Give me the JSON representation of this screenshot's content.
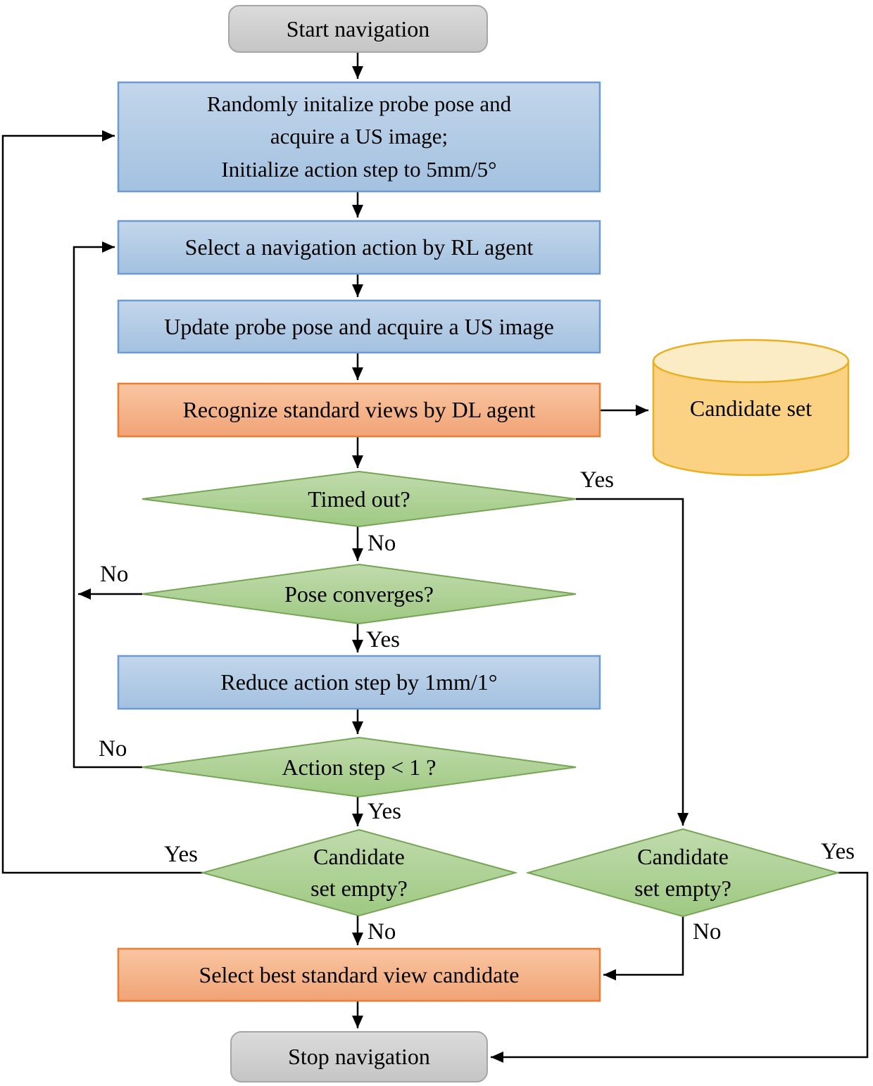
{
  "figure": {
    "type": "flowchart",
    "nodes": {
      "start": {
        "shape": "rounded-terminal",
        "label": "Start navigation"
      },
      "initialize": {
        "shape": "process",
        "lines": [
          "Randomly initalize probe pose and",
          "acquire a US image;",
          "Initialize action step to 5mm/5°"
        ]
      },
      "select_action": {
        "shape": "process",
        "label": "Select a navigation action by RL agent"
      },
      "update_pose": {
        "shape": "process",
        "label": "Update probe pose and acquire a US image"
      },
      "recognize": {
        "shape": "process",
        "label": "Recognize standard views by DL agent"
      },
      "candidate_set": {
        "shape": "database-cylinder",
        "label": "Candidate set"
      },
      "timed_out": {
        "shape": "decision",
        "label": "Timed out?"
      },
      "pose_converges": {
        "shape": "decision",
        "label": "Pose converges?"
      },
      "reduce_step": {
        "shape": "process",
        "label": "Reduce action step by 1mm/1°"
      },
      "action_step": {
        "shape": "decision",
        "label": "Action step < 1 ?"
      },
      "candidate_empty_left": {
        "shape": "decision",
        "lines": [
          "Candidate",
          "set empty?"
        ]
      },
      "candidate_empty_right": {
        "shape": "decision",
        "lines": [
          "Candidate",
          "set empty?"
        ]
      },
      "select_best": {
        "shape": "process",
        "label": "Select best standard view candidate"
      },
      "stop": {
        "shape": "rounded-terminal",
        "label": "Stop navigation"
      }
    },
    "edge_labels": {
      "timed_out_yes": "Yes",
      "timed_out_no": "No",
      "pose_converges_no": "No",
      "pose_converges_yes": "Yes",
      "action_step_no": "No",
      "action_step_yes": "Yes",
      "candidate_left_yes": "Yes",
      "candidate_left_no": "No",
      "candidate_right_yes": "Yes",
      "candidate_right_no": "No"
    },
    "colors": {
      "process_blue_fill": "#b5cde6",
      "process_blue_border": "#6d9ad0",
      "action_orange_fill": "#f6b68c",
      "action_orange_border": "#ed7d31",
      "decision_green_fill": "#aecf93",
      "decision_green_border": "#77a556",
      "terminal_gray_fill": "#d0d0d0",
      "terminal_gray_border": "#a6a6a6",
      "cylinder_yellow_fill": "#fbd184",
      "cylinder_yellow_border": "#e9af20",
      "connector_black": "#000000"
    }
  }
}
